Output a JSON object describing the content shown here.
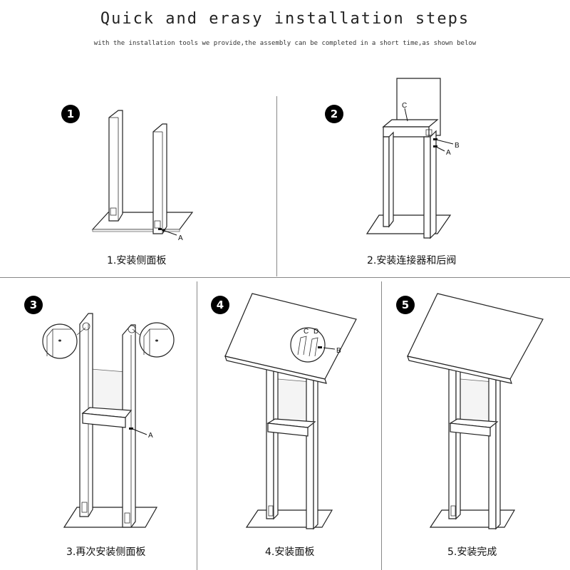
{
  "header": {
    "title": "Quick and erasy installation steps",
    "subtitle": "with the installation tools we provide,the assembly can be completed in a short time,as shown below"
  },
  "steps": [
    {
      "badge": "1",
      "caption": "1.安装侧面板"
    },
    {
      "badge": "2",
      "caption": "2.安装连接器和后阀"
    },
    {
      "badge": "3",
      "caption": "3.再次安装侧面板"
    },
    {
      "badge": "4",
      "caption": "4.安装面板"
    },
    {
      "badge": "5",
      "caption": "5.安装完成"
    }
  ],
  "labels": {
    "step1": {
      "a": "A"
    },
    "step2": {
      "a": "A",
      "b": "B",
      "c": "C"
    },
    "step3": {
      "a": "A"
    },
    "step4": {
      "b": "B",
      "c": "C",
      "d": "D"
    }
  }
}
